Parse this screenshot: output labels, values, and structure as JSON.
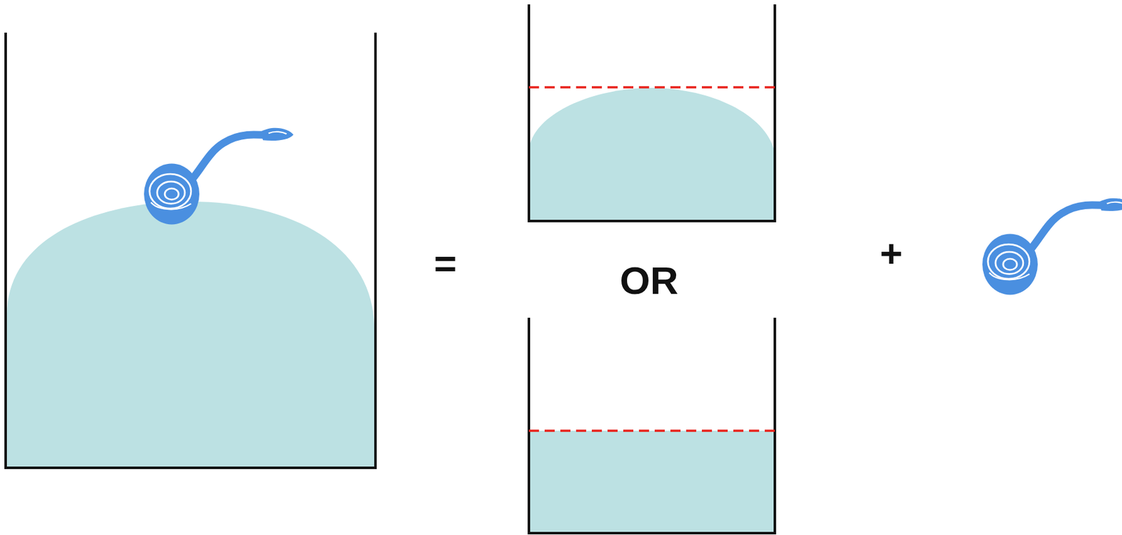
{
  "diagram": {
    "labels": [
      "=",
      "OR",
      "+"
    ]
  }
}
